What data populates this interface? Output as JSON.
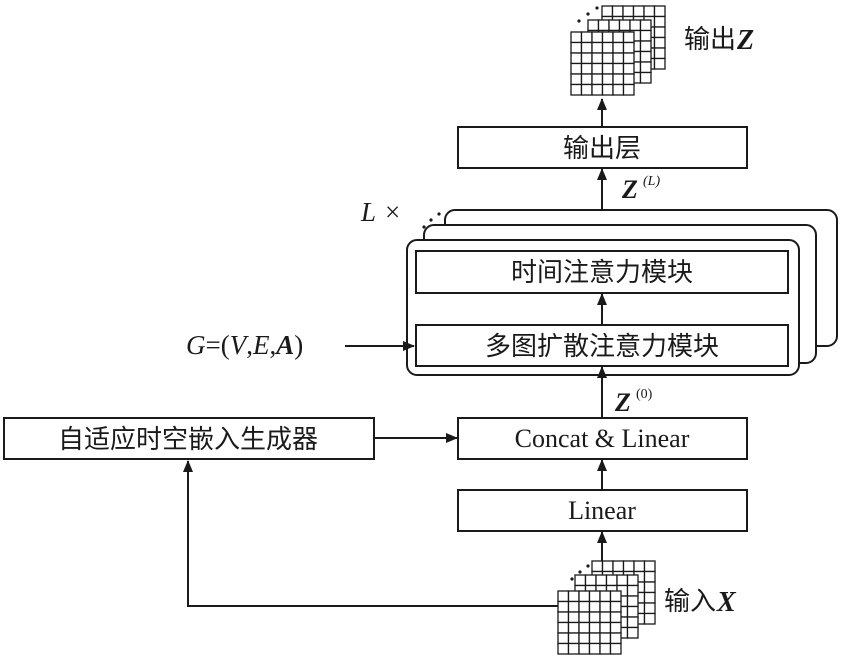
{
  "blocks": {
    "output_layer": "输出层",
    "temporal_attention": "时间注意力模块",
    "multigraph_diffusion": "多图扩散注意力模块",
    "concat_linear": "Concat & Linear",
    "linear": "Linear",
    "embedding_generator": "自适应时空嵌入生成器"
  },
  "labels": {
    "output_prefix": "输出",
    "output_var": "Z",
    "input_prefix": "输入",
    "input_var": "X",
    "layers_var": "L",
    "layers_times": "×",
    "z_top_var": "Z",
    "z_top_sup": "(L)",
    "z_bottom_var": "Z",
    "z_bottom_sup": "(0)",
    "graph_g": "G",
    "graph_eq_open": "=(",
    "graph_v": "V",
    "graph_comma1": ",",
    "graph_e": "E",
    "graph_comma2": ",",
    "graph_a": "A",
    "graph_close": ")"
  },
  "colors": {
    "stroke": "#1a1a1a",
    "background": "#ffffff"
  }
}
